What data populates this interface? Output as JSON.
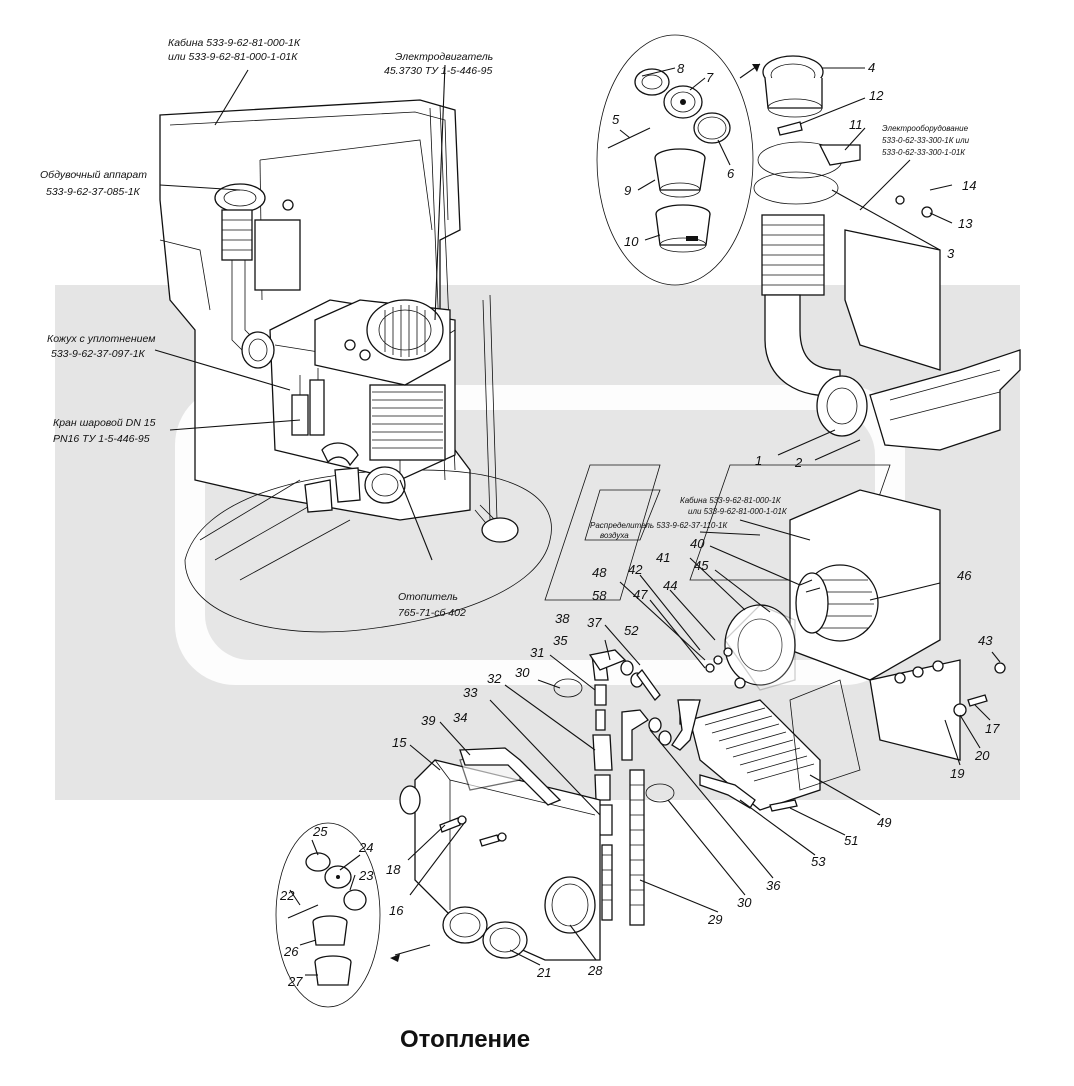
{
  "title": "Отопление",
  "annotations": [
    {
      "id": "cab",
      "lines": [
        "Кабина 533-9-62-81-000-1К",
        "или 533-9-62-81-000-1-01К"
      ]
    },
    {
      "id": "motor",
      "lines": [
        "Электродвигатель",
        "45.3730 ТУ 1-5-446-95"
      ]
    },
    {
      "id": "blower",
      "lines": [
        "Обдувочный аппарат",
        "533-9-62-37-085-1К"
      ]
    },
    {
      "id": "casing",
      "lines": [
        "Кожух с уплотнением",
        "533-9-62-37-097-1К"
      ]
    },
    {
      "id": "valve",
      "lines": [
        "Кран шаровой DN 15",
        "PN16 ТУ 1-5-446-95"
      ]
    },
    {
      "id": "heater",
      "lines": [
        "Отопитель",
        "765-71-сб 402"
      ]
    },
    {
      "id": "electro",
      "lines": [
        "Электрооборудование",
        "533-0-62-33-300-1К или",
        "533-0-62-33-300-1-01К"
      ]
    },
    {
      "id": "cab2",
      "lines": [
        "Кабина 533-9-62-81-000-1К",
        "или 533-9-62-81-000-1-01К"
      ]
    },
    {
      "id": "distributor",
      "lines": [
        "Распределитель 533-9-62-37-110-1К",
        "воздуха"
      ]
    }
  ],
  "callouts": [
    "1",
    "2",
    "3",
    "4",
    "5",
    "6",
    "7",
    "8",
    "9",
    "10",
    "11",
    "12",
    "13",
    "14",
    "15",
    "16",
    "17",
    "18",
    "19",
    "20",
    "21",
    "22",
    "23",
    "24",
    "25",
    "26",
    "27",
    "28",
    "29",
    "30",
    "30",
    "31",
    "32",
    "33",
    "34",
    "35",
    "36",
    "37",
    "38",
    "39",
    "40",
    "41",
    "42",
    "43",
    "44",
    "45",
    "46",
    "47",
    "48",
    "49",
    "51",
    "52",
    "53",
    "58"
  ]
}
